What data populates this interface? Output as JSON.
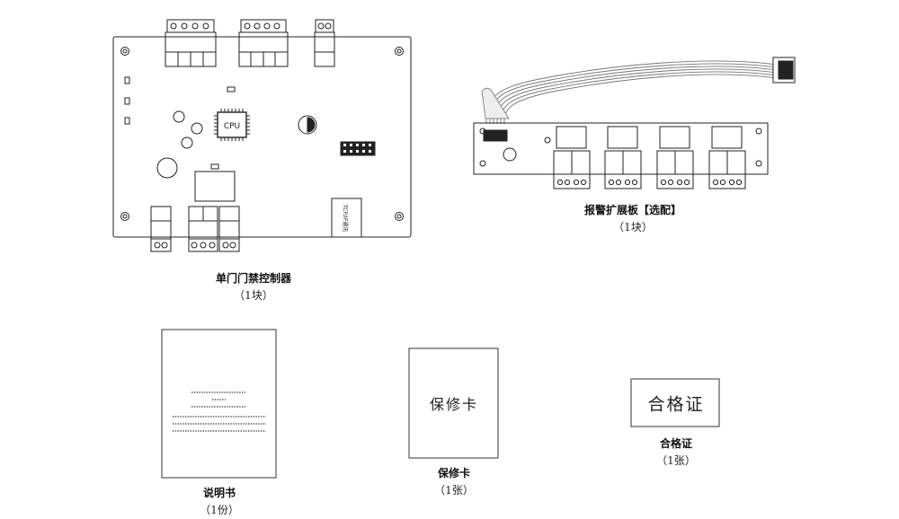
{
  "controller": {
    "cpu_label": "CPU",
    "tcp_label": "TCP/IP通讯",
    "title": "单门门禁控制器",
    "qty": "（1块）"
  },
  "expansion": {
    "title": "报警扩展板【选配】",
    "qty": "（1块）"
  },
  "manual": {
    "title": "说明书",
    "qty": "（1份）"
  },
  "warranty": {
    "card_text": "保修卡",
    "title": "保修卡",
    "qty": "（1张）"
  },
  "certificate": {
    "card_text": "合格证",
    "title": "合格证",
    "qty": "（1张）"
  }
}
